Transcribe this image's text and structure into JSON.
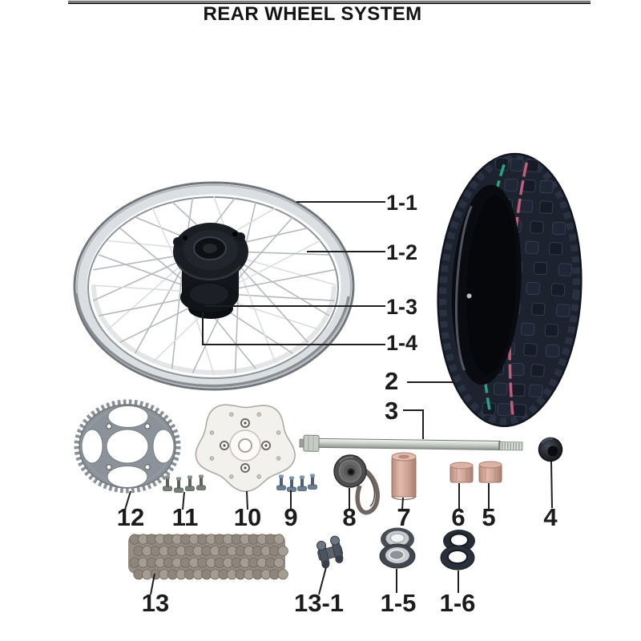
{
  "title": "REAR WHEEL SYSTEM",
  "callouts": {
    "rim": "1-1",
    "spokes": "1-2",
    "hub": "1-3",
    "hub_core": "1-4",
    "tire": "2",
    "axle": "3",
    "axle_nut": "4",
    "bushing_short": "5",
    "bushing_long": "6",
    "spacer": "7",
    "belt_roller": "8",
    "disc_screws": "9",
    "brake_disc": "10",
    "sprocket_screws": "11",
    "sprocket": "12",
    "chain": "13",
    "chain_master_link": "13-1",
    "wheel_bearings": "1-5",
    "oil_seals": "1-6"
  },
  "colors": {
    "tire_stripe_green": "#2d9f85",
    "tire_stripe_red": "#c05d79"
  }
}
